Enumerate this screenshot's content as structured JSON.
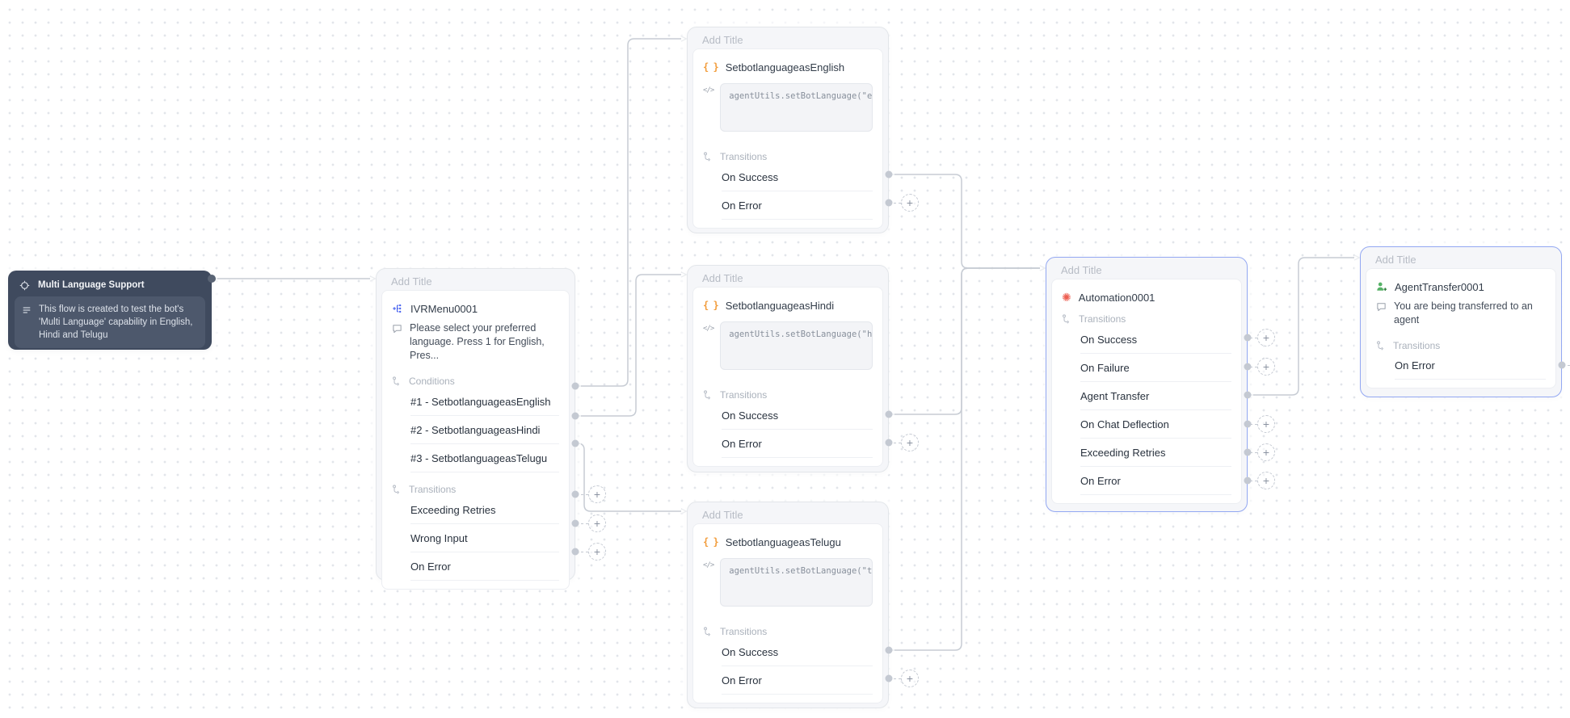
{
  "nodes": {
    "start": {
      "title": "Multi Language Support",
      "description": "This flow is created to test the bot's 'Multi Language' capability in English, Hindi and Telugu"
    },
    "ivr_menu": {
      "title_placeholder": "Add Title",
      "name": "IVRMenu0001",
      "message": "Please select your preferred language. Press 1 for English, Pres...",
      "conditions_label": "Conditions",
      "conditions": [
        "#1 - SetbotlanguageasEnglish",
        "#2 - SetbotlanguageasHindi",
        "#3 - SetbotlanguageasTelugu"
      ],
      "transitions_label": "Transitions",
      "transitions": [
        "Exceeding Retries",
        "Wrong Input",
        "On Error"
      ]
    },
    "set_language_english": {
      "title_placeholder": "Add Title",
      "name": "SetbotlanguageasEnglish",
      "code": "agentUtils.setBotLanguage(\"en\");",
      "transitions_label": "Transitions",
      "transitions": [
        "On Success",
        "On Error"
      ]
    },
    "set_language_hindi": {
      "title_placeholder": "Add Title",
      "name": "SetbotlanguageasHindi",
      "code": "agentUtils.setBotLanguage(\"hi\")",
      "transitions_label": "Transitions",
      "transitions": [
        "On Success",
        "On Error"
      ]
    },
    "set_language_telugu": {
      "title_placeholder": "Add Title",
      "name": "SetbotlanguageasTelugu",
      "code": "agentUtils.setBotLanguage(\"te\")",
      "transitions_label": "Transitions",
      "transitions": [
        "On Success",
        "On Error"
      ]
    },
    "automation": {
      "title_placeholder": "Add Title",
      "name": "Automation0001",
      "transitions_label": "Transitions",
      "transitions": [
        "On Success",
        "On Failure",
        "Agent Transfer",
        "On Chat Deflection",
        "Exceeding Retries",
        "On Error"
      ]
    },
    "agent_transfer": {
      "title_placeholder": "Add Title",
      "name": "AgentTransfer0001",
      "message": "You are being transferred to an agent",
      "transitions_label": "Transitions",
      "transitions": [
        "On Error"
      ]
    }
  },
  "icons": {
    "plus": "+",
    "braces": "{ }",
    "code": "</>",
    "automation": "✺"
  },
  "edges": [
    {
      "from": "start",
      "to": "ivr_menu"
    },
    {
      "from": "ivr_menu.condition_1",
      "to": "set_language_english"
    },
    {
      "from": "ivr_menu.condition_2",
      "to": "set_language_hindi"
    },
    {
      "from": "ivr_menu.condition_3",
      "to": "set_language_telugu"
    },
    {
      "from": "set_language_english.on_success",
      "to": "automation"
    },
    {
      "from": "set_language_hindi.on_success",
      "to": "automation"
    },
    {
      "from": "set_language_telugu.on_success",
      "to": "automation"
    },
    {
      "from": "automation.agent_transfer",
      "to": "agent_transfer"
    }
  ],
  "colors": {
    "selected_border": "#93a8f2",
    "edge": "#c7ccd4",
    "accent_orange": "#f29d3d",
    "accent_blue": "#4c66f0",
    "accent_red": "#ed5f52",
    "accent_green": "#56b167",
    "start_node_bg": "#3f4a5e"
  }
}
